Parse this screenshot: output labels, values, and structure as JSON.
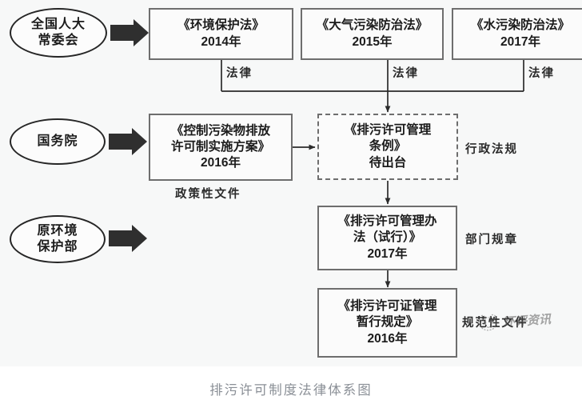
{
  "figure": {
    "caption": "排污许可制度法律体系图",
    "watermark": "环评资讯",
    "watermark_icon": "panda-logo-icon"
  },
  "actors": [
    {
      "id": "npc-standing-committee",
      "label": "全国人大\n常委会"
    },
    {
      "id": "state-council",
      "label": "国务院"
    },
    {
      "id": "former-mep",
      "label": "原环境\n保护部"
    }
  ],
  "documents": [
    {
      "id": "environmental-protection-law",
      "title": "《环境保护法》",
      "year": "2014年",
      "tier": "法律"
    },
    {
      "id": "air-pollution-law",
      "title": "《大气污染防治法》",
      "year": "2015年",
      "tier": "法律"
    },
    {
      "id": "water-pollution-law",
      "title": "《水污染防治法》",
      "year": "2017年",
      "tier": "法律"
    },
    {
      "id": "permit-implementation-plan",
      "title": "《控制污染物排放\n许可制实施方案》",
      "year": "2016年",
      "tier": "政策性文件"
    },
    {
      "id": "pollutant-permit-regulation",
      "title": "《排污许可管理\n条例》",
      "year": "待出台",
      "tier": "行政法规",
      "status": "待出台",
      "style": "dashed"
    },
    {
      "id": "permit-management-measures",
      "title": "《排污许可管理办\n法（试行）》",
      "year": "2017年",
      "tier": "部门规章"
    },
    {
      "id": "permit-interim-provisions",
      "title": "《排污许可证管理\n暂行规定》",
      "year": "2016年",
      "tier": "规范性文件"
    }
  ],
  "tier_labels": {
    "law_1": "法律",
    "law_2": "法律",
    "law_3": "法律",
    "policy_document": "政策性文件",
    "administrative_regulation": "行政法规",
    "departmental_rule": "部门规章",
    "normative_document": "规范性文件"
  },
  "colors": {
    "ink": "#1b1b1b",
    "box_border": "#6e6e6e",
    "actor_border": "#262626",
    "arrow": "#2b2b2b",
    "caption": "#8a8f96",
    "page": "#f7f8f8"
  }
}
